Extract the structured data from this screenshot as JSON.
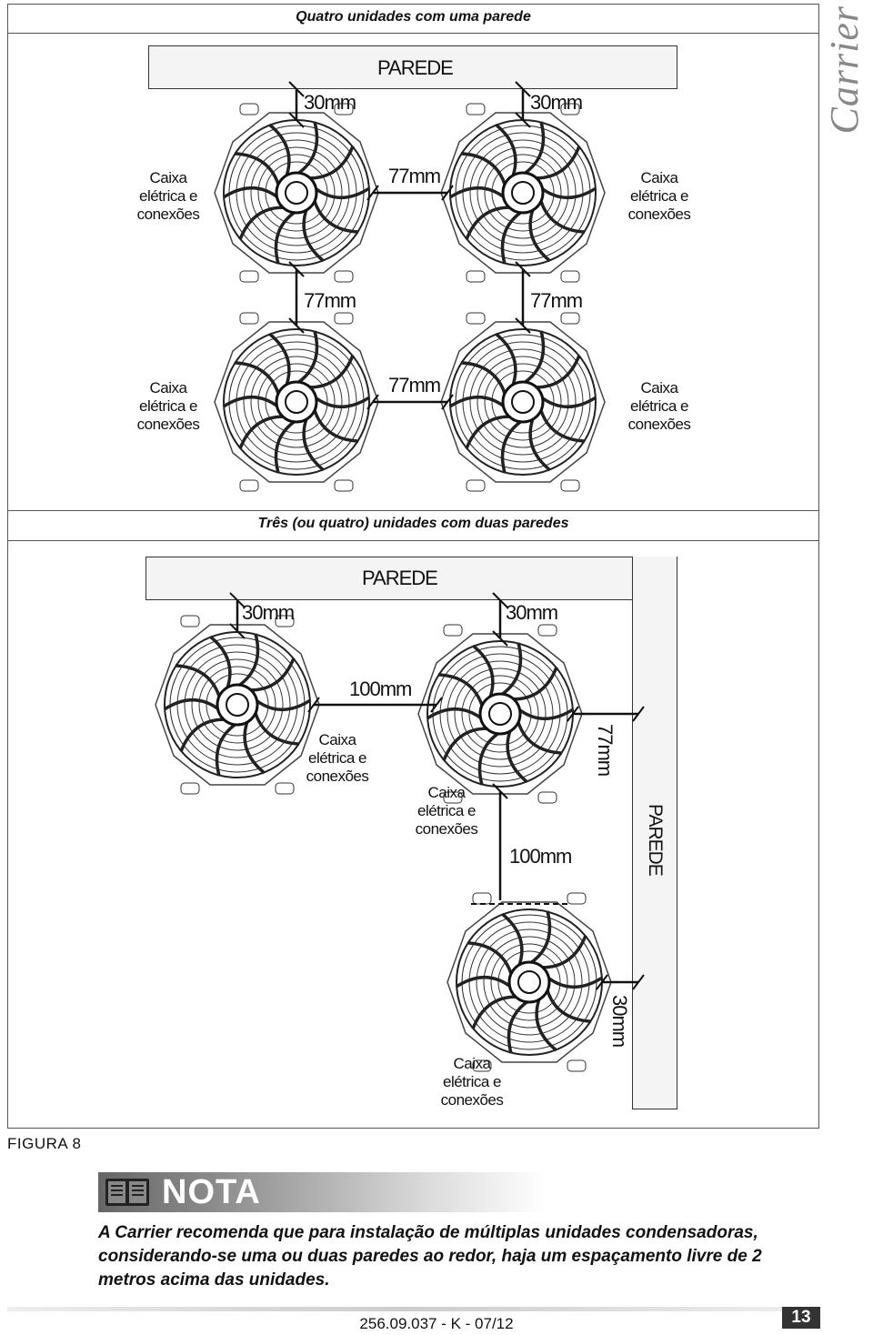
{
  "brand": "Carrier",
  "section1": {
    "title": "Quatro unidades com uma parede",
    "wall": "PAREDE",
    "dims": [
      "30mm",
      "30mm",
      "77mm",
      "77mm",
      "77mm",
      "77mm"
    ],
    "box_label": [
      "Caixa",
      "elétrica e",
      "conexões"
    ]
  },
  "section2": {
    "title": "Três (ou quatro) unidades com duas paredes",
    "wall_top": "PAREDE",
    "wall_side": "PAREDE",
    "dims": [
      "30mm",
      "30mm",
      "100mm",
      "77mm",
      "100mm",
      "30mm"
    ],
    "box_label": [
      "Caixa",
      "elétrica e",
      "conexões"
    ]
  },
  "figure_label": "FIGURA 8",
  "nota": {
    "heading": "NOTA",
    "icon": "book-icon",
    "body": "A Carrier recomenda que para instalação de múltiplas unidades condensadoras, considerando-se uma ou duas paredes ao redor, haja um espaçamento livre de 2 metros acima das unidades."
  },
  "footer": {
    "doc_number": "256.09.037 - K - 07/12",
    "page_number": "13"
  }
}
